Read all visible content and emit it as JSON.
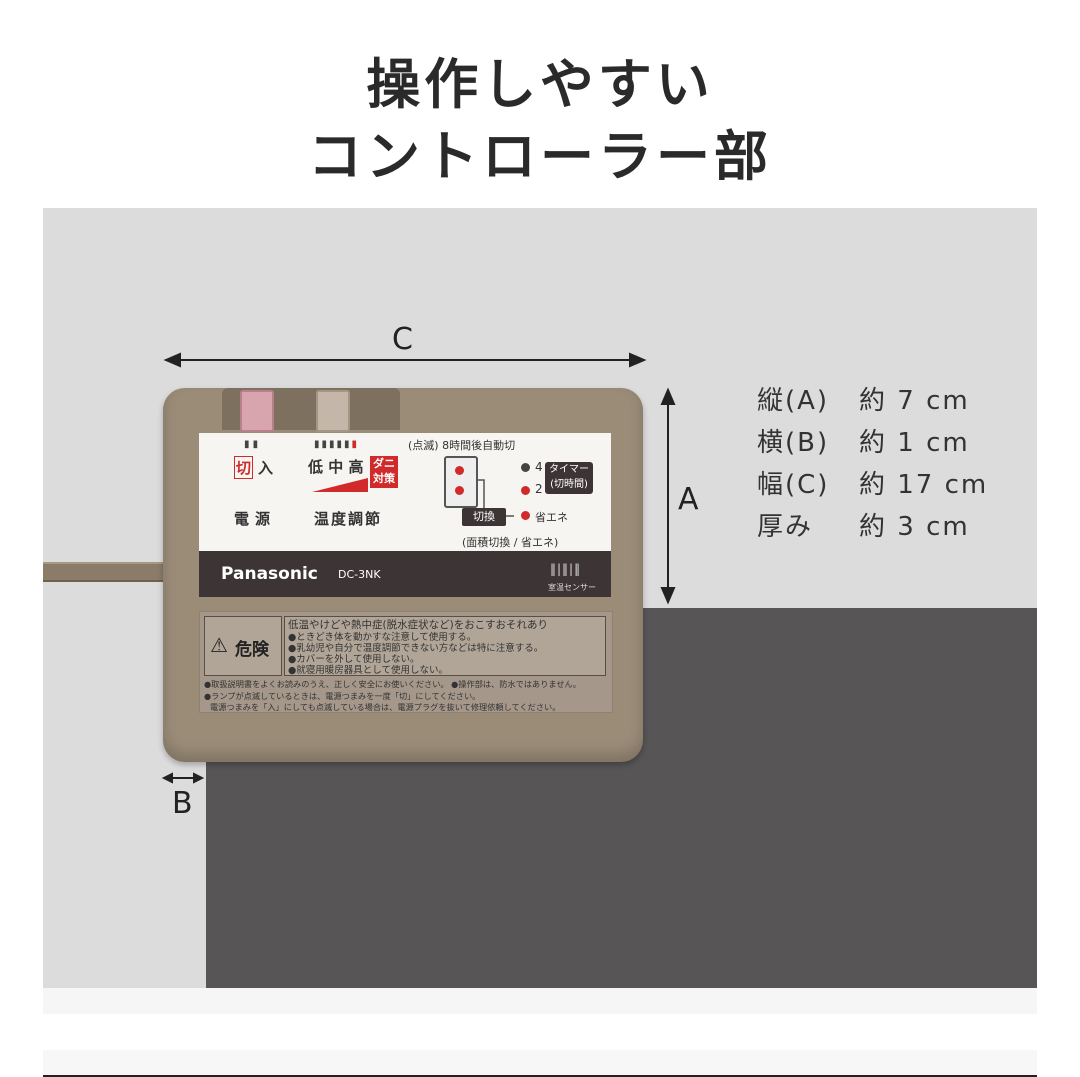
{
  "title": {
    "line1": "操作しやすい",
    "line2": "コントローラー部"
  },
  "dimensions": {
    "a_label": "A",
    "b_label": "B",
    "c_label": "C"
  },
  "specs": [
    {
      "key": "縦(A)",
      "value": "約 7 cm"
    },
    {
      "key": "横(B)",
      "value": "約 1 cm"
    },
    {
      "key": "幅(C)",
      "value": "約 17 cm"
    },
    {
      "key": "厚み",
      "value": "約 3 cm"
    }
  ],
  "controller": {
    "power_off": "切",
    "power_on": "入",
    "power_label": "電源",
    "temp_levels": "低 中 高",
    "dani_top": "ダニ",
    "dani_bottom": "対策",
    "temp_label": "温度調節",
    "blink_note": "(点滅) 8時間後自動切",
    "led_4": "4",
    "led_2": "2",
    "timer_top": "タイマー",
    "timer_bottom": "(切時間)",
    "switch_button": "切換",
    "energy_save": "省エネ",
    "switch_note": "(面積切換 / 省エネ)",
    "brand": "Panasonic",
    "model": "DC-3NK",
    "sensor_label": "室温センサー",
    "danger_label": "危険",
    "warn_lines": [
      "低温やけどや熱中症(脱水症状など)をおこすおそれあり",
      "●ときどき体を動かすな注意して使用する。",
      "●乳幼児や自分で温度調節できない方などは特に注意する。",
      "●カバーを外して使用しない。",
      "●就寝用暖房器具として使用しない。"
    ],
    "note_lines": [
      "●取扱説明書をよくお読みのうえ、正しく安全にお使いください。 ●操作部は、防水ではありません。",
      "●ランプが点滅しているときは、電源つまみを一度「切」にしてください。",
      "電源つまみを「入」にしても点滅している場合は、電源プラグを抜いて修理依頼してください。"
    ]
  },
  "colors": {
    "body": "#9b8c78",
    "accent_red": "#d02a2a",
    "dark_floor": "#575555"
  }
}
